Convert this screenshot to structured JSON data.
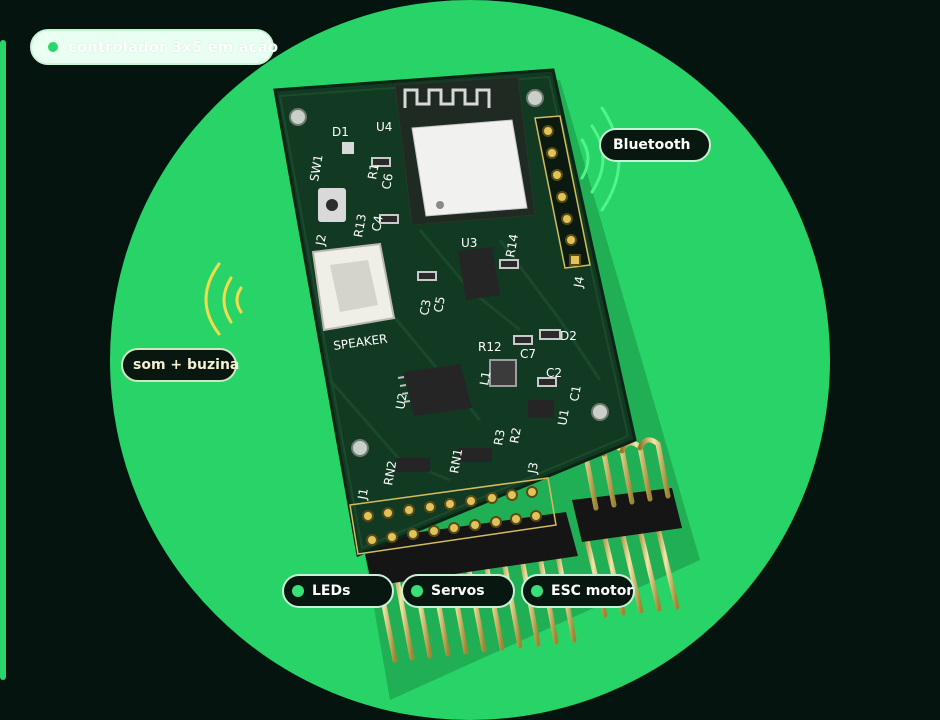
{
  "status": {
    "text": "controlador 3x5 em ação"
  },
  "labels": {
    "bluetooth": "Bluetooth",
    "sound": "som + buzina",
    "leds": "LEDs",
    "servos": "Servos",
    "esc_motor": "ESC motor"
  },
  "board": {
    "refs": {
      "u4": "U4",
      "d1": "D1",
      "sw1": "SW1",
      "r1": "R1",
      "c6": "C6",
      "r13": "R13",
      "c4": "C4",
      "j2": "J2",
      "u3": "U3",
      "r14": "R14",
      "c3": "C3",
      "c5": "C5",
      "speaker": "SPEAKER",
      "r12": "R12",
      "c7": "C7",
      "d2": "D2",
      "l1": "L1",
      "c2": "C2",
      "c1": "C1",
      "u1": "U1",
      "u2": "U2",
      "r3": "R3",
      "r2": "R2",
      "rn2": "RN2",
      "rn1": "RN1",
      "j3": "J3",
      "j1": "J1",
      "j4": "J4"
    }
  },
  "colors": {
    "accent": "#28d468",
    "pcb": "#123a22",
    "background": "#061410",
    "bluetooth_wave": "#4ff58a",
    "sound_wave": "#f2dc4a"
  }
}
